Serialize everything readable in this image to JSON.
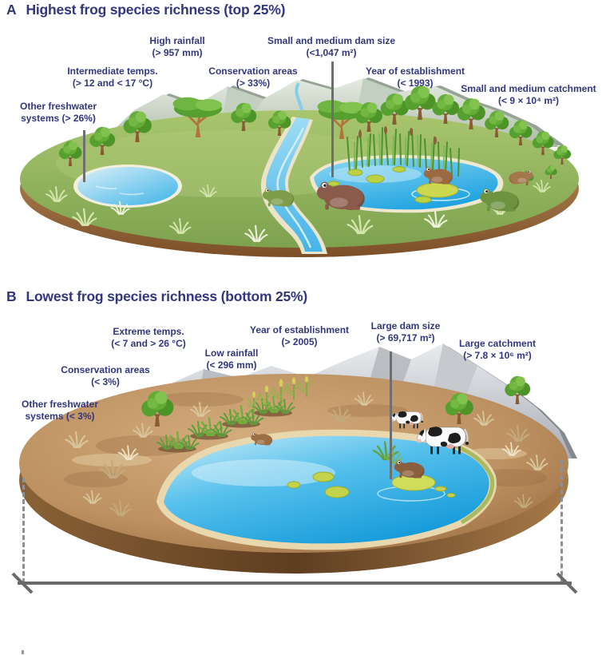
{
  "figure": {
    "background": "#ffffff",
    "ink_color": "#31367d",
    "leader_color": "#6e6e6e",
    "dimension_color": "#6a6a6a"
  },
  "panel_a": {
    "letter": "A",
    "title": "Highest frog species richness (top 25%)",
    "labels": {
      "high_rainfall": {
        "name": "High rainfall",
        "value": "(> 957 mm)"
      },
      "dam_size": {
        "name": "Small and medium dam size",
        "value": "(<1,047 m²)"
      },
      "temps": {
        "name": "Intermediate temps.",
        "value": "(> 12 and < 17 °C)"
      },
      "conservation": {
        "name": "Conservation areas",
        "value": "(> 33%)"
      },
      "establishment": {
        "name": "Year of establishment",
        "value": "(< 1993)"
      },
      "catchment": {
        "name": "Small and medium catchment",
        "value": "(< 9 × 10⁴ m²)"
      },
      "freshwater": {
        "name": "Other freshwater",
        "value": "systems (> 26%)"
      }
    }
  },
  "panel_b": {
    "letter": "B",
    "title": "Lowest frog species richness (bottom 25%)",
    "labels": {
      "extreme_temps": {
        "name": "Extreme temps.",
        "value": "(< 7 and > 26 °C)"
      },
      "establishment": {
        "name": "Year of establishment",
        "value": "(> 2005)"
      },
      "dam_size": {
        "name": "Large dam size",
        "value": "(> 69,717 m²)"
      },
      "low_rainfall": {
        "name": "Low rainfall",
        "value": "(< 296 mm)"
      },
      "catchment": {
        "name": "Large catchment",
        "value": "(> 7.8 × 10⁶ m²)"
      },
      "conservation": {
        "name": "Conservation areas",
        "value": "(< 3%)"
      },
      "freshwater": {
        "name": "Other freshwater",
        "value": "systems (< 3%)"
      }
    }
  }
}
